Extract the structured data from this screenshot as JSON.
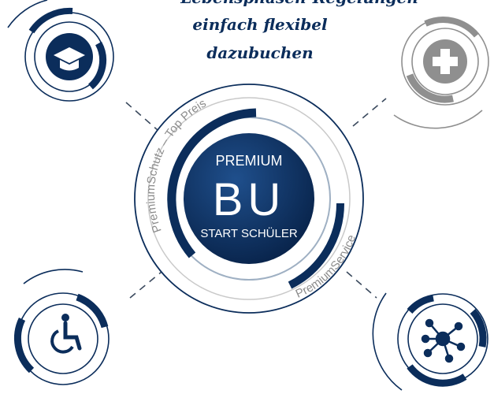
{
  "top_note": {
    "line1": "Lebensphasen-Regelungen",
    "line2": "einfach flexibel",
    "line3": "dazubuchen"
  },
  "center": {
    "line1": "PREMIUM",
    "line2": "BU",
    "line3": "START SCHÜLER"
  },
  "ring_labels": {
    "left": "PremiumSchutz – Top Preis",
    "right": "PremiumService"
  },
  "colors": {
    "navy": "#0b2d5b",
    "grey": "#8f8f8f",
    "ring_light": "#9fb0c3"
  },
  "satellites": [
    {
      "position": "top-left",
      "icon": "graduation-cap-icon",
      "color": "navy"
    },
    {
      "position": "top-right",
      "icon": "plus-icon",
      "color": "grey"
    },
    {
      "position": "bottom-left",
      "icon": "wheelchair-icon",
      "color": "navy"
    },
    {
      "position": "bottom-right",
      "icon": "network-hub-icon",
      "color": "navy"
    }
  ]
}
